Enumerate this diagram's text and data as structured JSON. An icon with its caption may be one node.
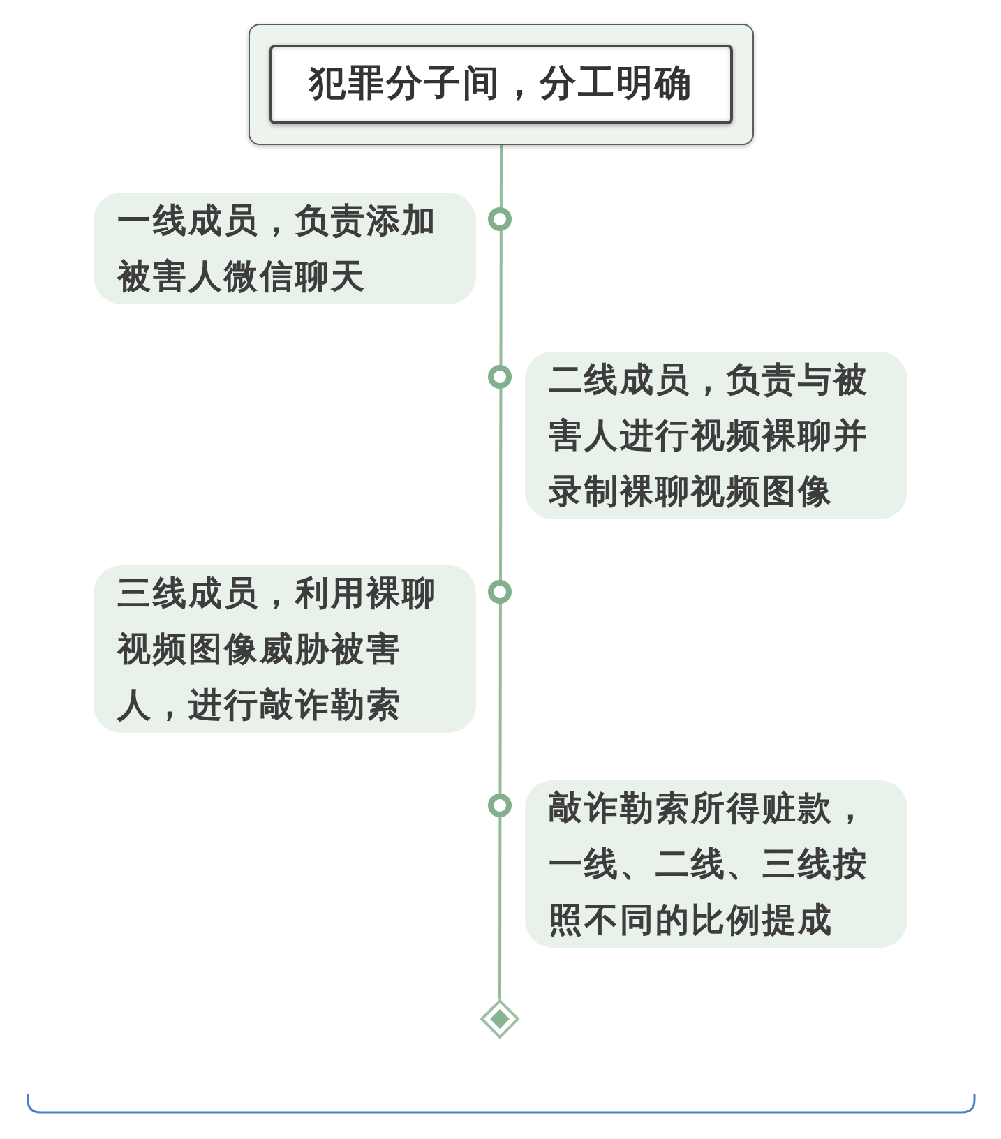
{
  "diagram": {
    "nodes": [
      {
        "text": [
          "犯罪分子间，分工明确"
        ]
      },
      {
        "text": [
          "一线成员，负责添加被害人微信聊天"
        ]
      },
      {
        "text": [
          "二线成员，负责与被害人进行视频裸聊并录制裸聊视频图像"
        ]
      },
      {
        "text": [
          "三线成员，利用裸聊视频图像威胁被害人，进行敲诈勒索"
        ]
      },
      {
        "text": [
          "敲诈勒索所得赃款，一线、二线、三线按照不同的比例提成"
        ]
      },
      {
        "text": [],
        "shape": "diamond"
      }
    ],
    "edges": [
      {
        "from": 0,
        "to": 5,
        "arrow": "none"
      }
    ]
  }
}
